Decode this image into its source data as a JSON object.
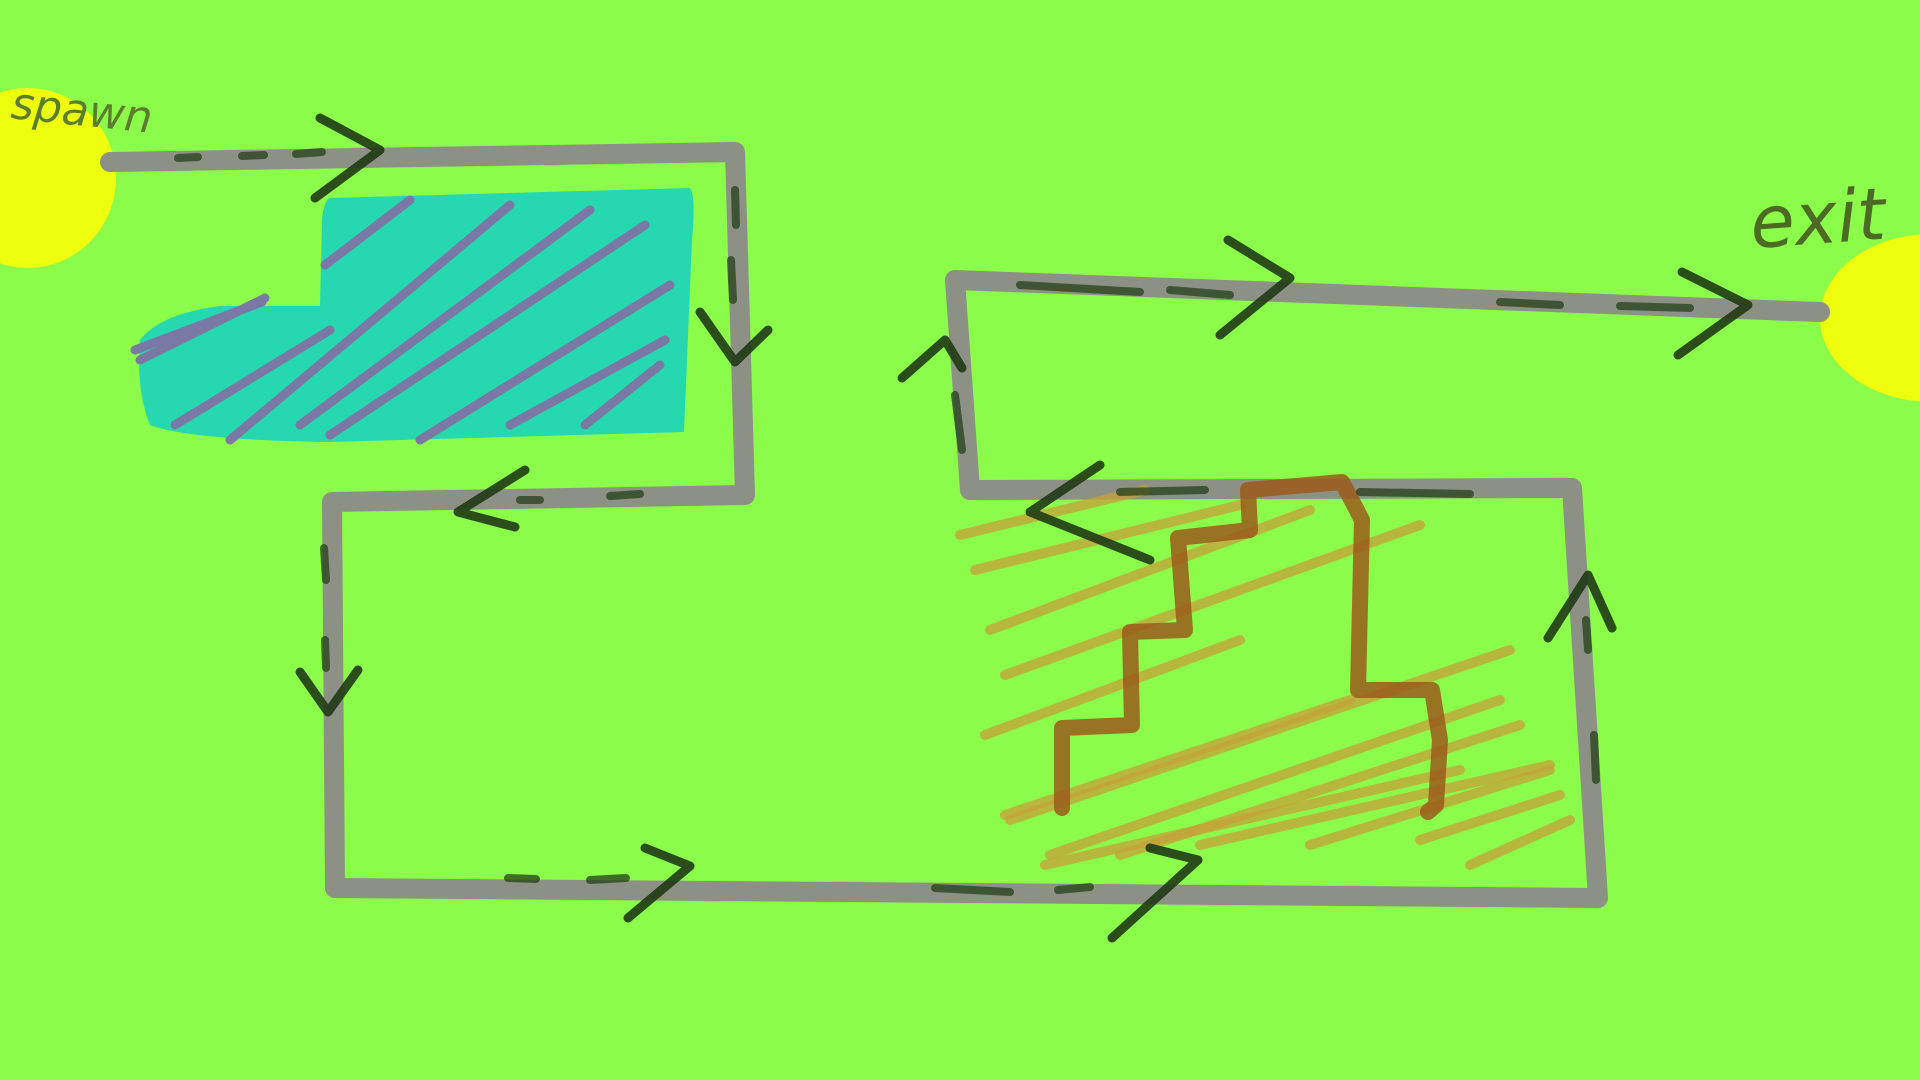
{
  "diagram": {
    "spawn": {
      "label": "spawn"
    },
    "exit": {
      "label": "exit"
    },
    "colors": {
      "background": "#8bfc4a",
      "spawn_exit": "#eefc0e",
      "path": "#8c9085",
      "arrows": "#1f3a14",
      "water": "#25d8b0",
      "water_hatch": "#7a79a6",
      "hazard_hatch": "#c6a03a",
      "wall": "#9a5a1a"
    },
    "elements": [
      "spawn-zone",
      "exit-zone",
      "track-path",
      "direction-arrows",
      "water-area",
      "hazard-area",
      "zigzag-wall"
    ]
  }
}
